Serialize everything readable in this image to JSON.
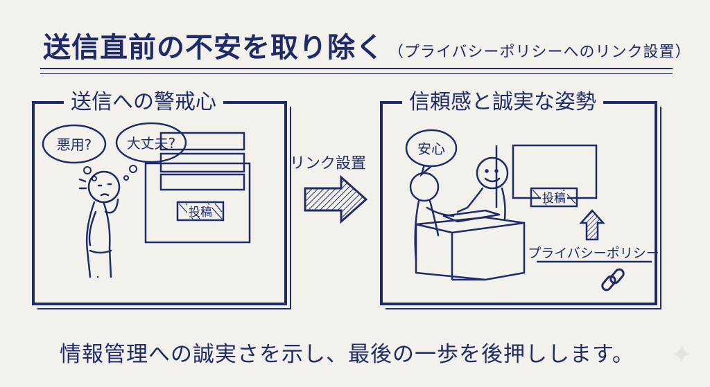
{
  "title": {
    "main": "送信直前の不安を取り除く",
    "sub": "（プライバシーポリシーへのリンク設置）"
  },
  "left_panel": {
    "title": "送信への警戒心",
    "bubble_1": "悪用?",
    "bubble_2": "大丈夫?",
    "button": "投稿"
  },
  "arrow_label": "リンク設置",
  "right_panel": {
    "title": "信頼感と誠実な姿勢",
    "bubble": "安心",
    "button": "投稿",
    "link_text": "プライバシーポリシー",
    "icon": "chain-link-icon"
  },
  "footer": "情報管理への誠実さを示し、最後の一歩を後押しします。",
  "colors": {
    "ink": "#1f2a6b",
    "paper": "#f3f1ec"
  }
}
